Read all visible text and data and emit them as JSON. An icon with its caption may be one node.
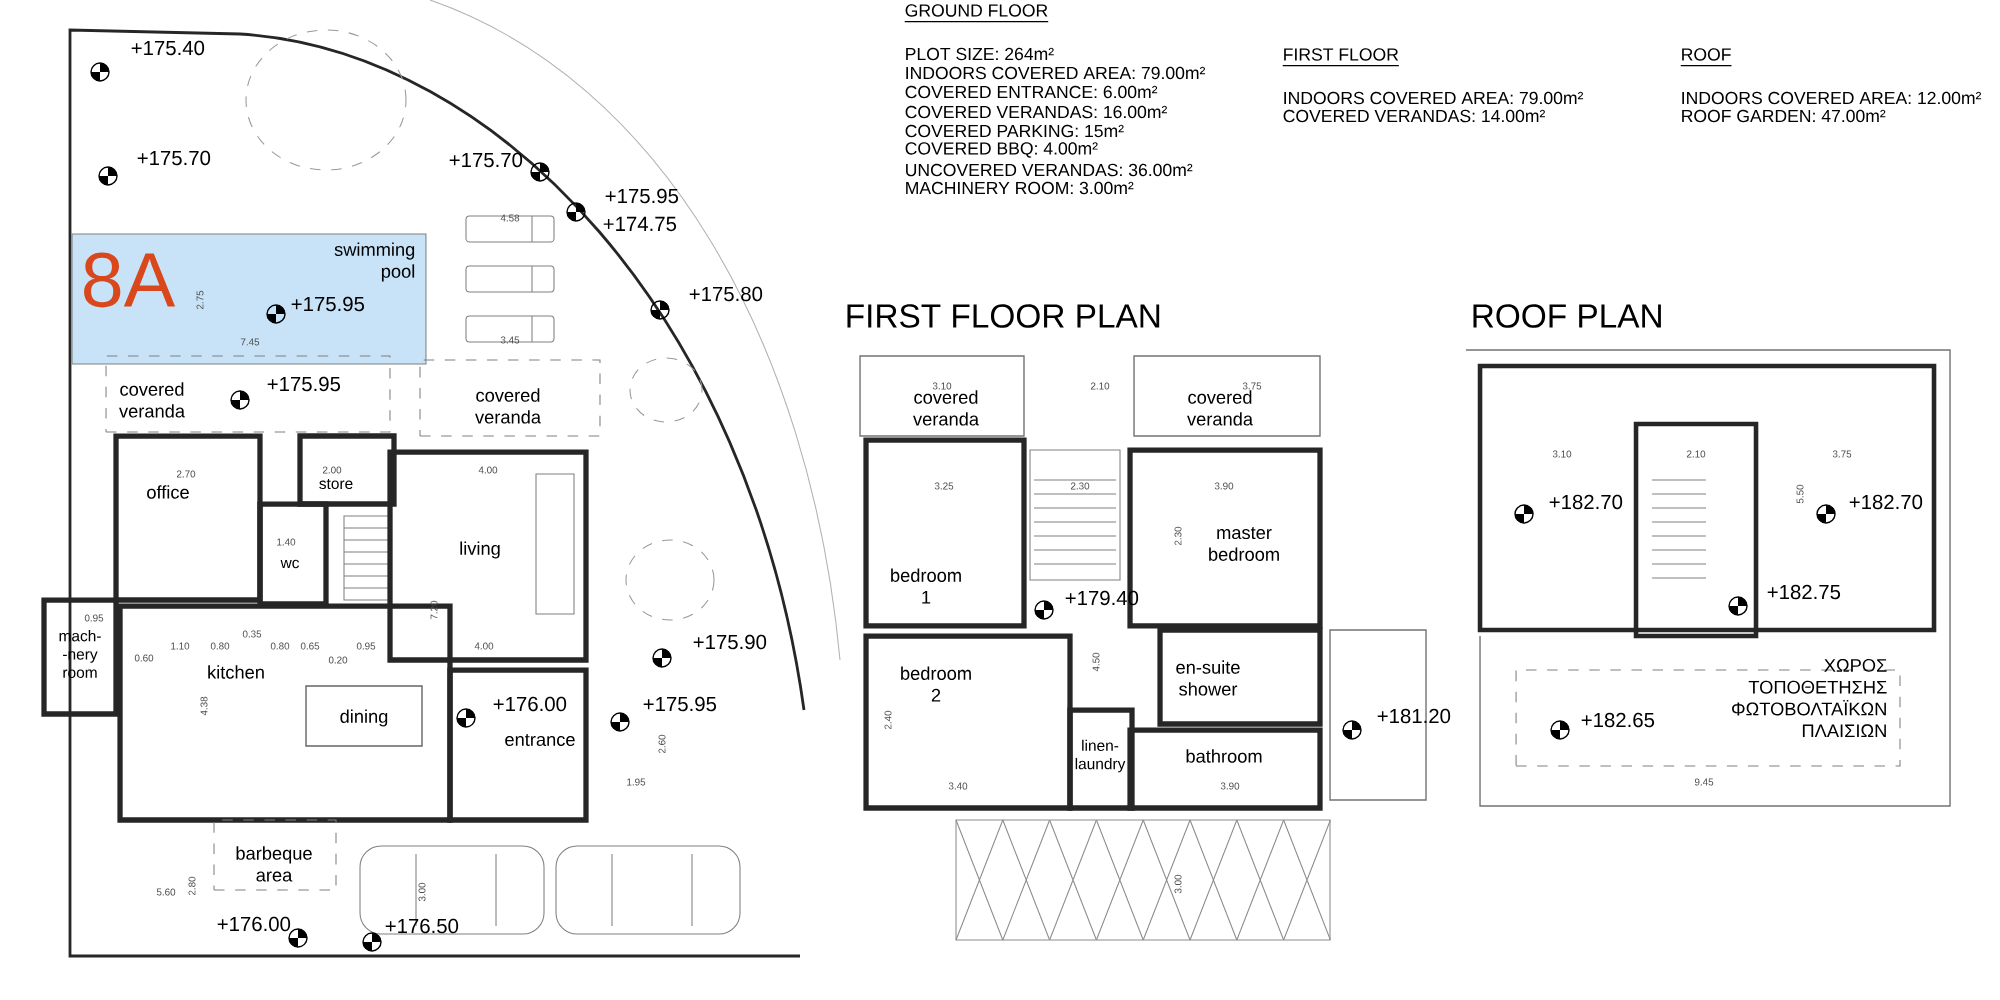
{
  "diagram": {
    "nodes": [
      {
        "text": [
          "swimming pool"
        ]
      },
      {
        "text": [
          "covered veranda"
        ]
      },
      {
        "text": [
          "covered veranda"
        ]
      },
      {
        "text": [
          "office"
        ]
      },
      {
        "text": [
          "store"
        ]
      },
      {
        "text": [
          "wc"
        ]
      },
      {
        "text": [
          "living"
        ]
      },
      {
        "text": [
          "mach- -nery room"
        ]
      },
      {
        "text": [
          "kitchen"
        ]
      },
      {
        "text": [
          "dining"
        ],
        "in": 8
      },
      {
        "text": [
          "entrance"
        ]
      },
      {
        "text": [
          "barbeque area"
        ]
      },
      {
        "text": [
          "covered veranda"
        ]
      },
      {
        "text": [
          "covered veranda"
        ]
      },
      {
        "text": [
          "bedroom 1"
        ]
      },
      {
        "text": [
          "master bedroom"
        ]
      },
      {
        "text": [
          "bedroom 2"
        ]
      },
      {
        "text": [
          "en-suite shower"
        ]
      },
      {
        "text": [
          "linen- laundry"
        ]
      },
      {
        "text": [
          "bathroom"
        ]
      },
      {
        "text": [
          "ΧΩΡΟΣ ΤΟΠΟΘΕΤΗΣΗΣ ΦΩΤΟΒΟΛΤΑΪΚΩΝ ΠΛΑΙΣΙΩΝ"
        ]
      }
    ],
    "labels": [
      "GROUND FLOOR",
      "PLOT SIZE: 264m²",
      "INDOORS COVERED AREA: 79.00m²",
      "COVERED ENTRANCE: 6.00m²",
      "COVERED VERANDAS: 16.00m²",
      "COVERED PARKING: 15m²",
      "COVERED BBQ: 4.00m²",
      "UNCOVERED VERANDAS: 36.00m²",
      "MACHINERY ROOM: 3.00m²",
      "FIRST FLOOR",
      "INDOORS COVERED AREA: 79.00m²",
      "COVERED VERANDAS: 14.00m²",
      "ROOF",
      "INDOORS COVERED AREA: 12.00m²",
      "ROOF GARDEN: 47.00m²",
      "FIRST FLOOR PLAN",
      "ROOF PLAN",
      "8A",
      "+175.40",
      "+175.70",
      "+175.70",
      "+175.95",
      "+174.75",
      "+175.95",
      "+175.80",
      "+175.95",
      "+175.90",
      "+176.00",
      "+175.95",
      "+176.00",
      "+176.50",
      "+179.40",
      "+181.20",
      "+182.70",
      "+182.70",
      "+182.75",
      "+182.65",
      "4.58",
      "2.75",
      "7.45",
      "3.45",
      "2.70",
      "2.00",
      "4.00",
      "1.40",
      "7.20",
      "0.95",
      "0.35",
      "1.10",
      "0.80",
      "0.80",
      "0.65",
      "0.95",
      "4.00",
      "0.60",
      "0.20",
      "4.38",
      "2.60",
      "1.95",
      "5.60",
      "2.80",
      "3.00",
      "3.10",
      "2.10",
      "3.75",
      "3.25",
      "2.30",
      "3.90",
      "2.30",
      "4.50",
      "2.40",
      "3.40",
      "3.90",
      "3.00",
      "3.10",
      "2.10",
      "3.75",
      "5.50",
      "9.45"
    ]
  }
}
